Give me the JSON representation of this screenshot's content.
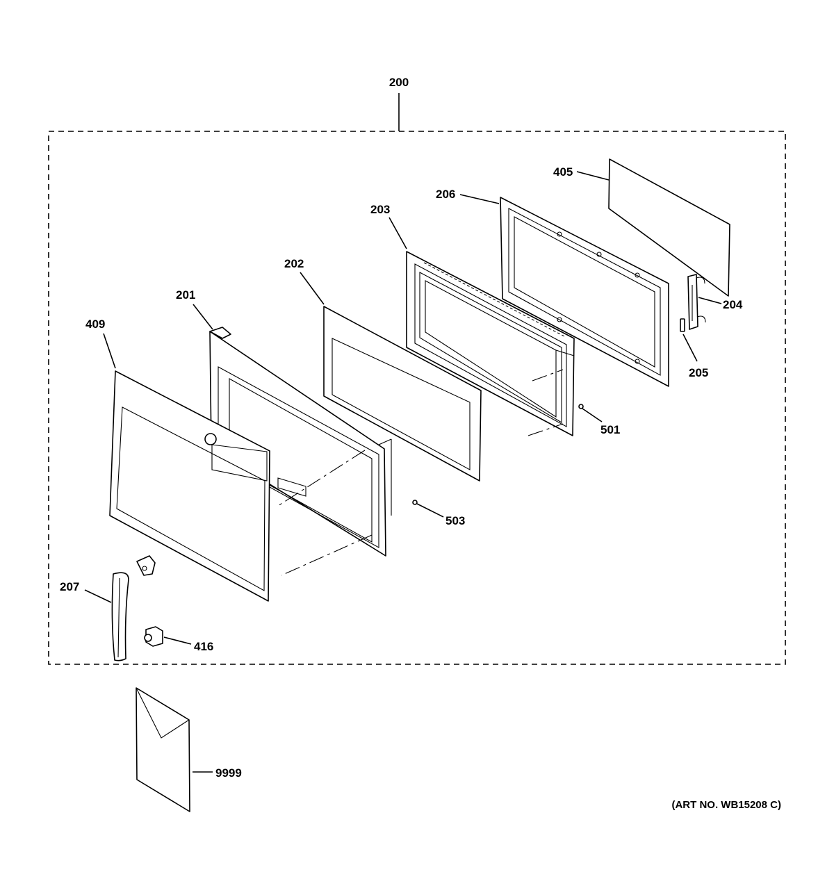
{
  "diagram": {
    "assembly_label": "200",
    "art_number": "(ART NO. WB15208 C)",
    "callouts": {
      "p405": "405",
      "p206": "206",
      "p203": "203",
      "p202": "202",
      "p201": "201",
      "p409": "409",
      "p204": "204",
      "p205": "205",
      "p501": "501",
      "p503": "503",
      "p207": "207",
      "p416": "416",
      "p9999": "9999"
    }
  }
}
